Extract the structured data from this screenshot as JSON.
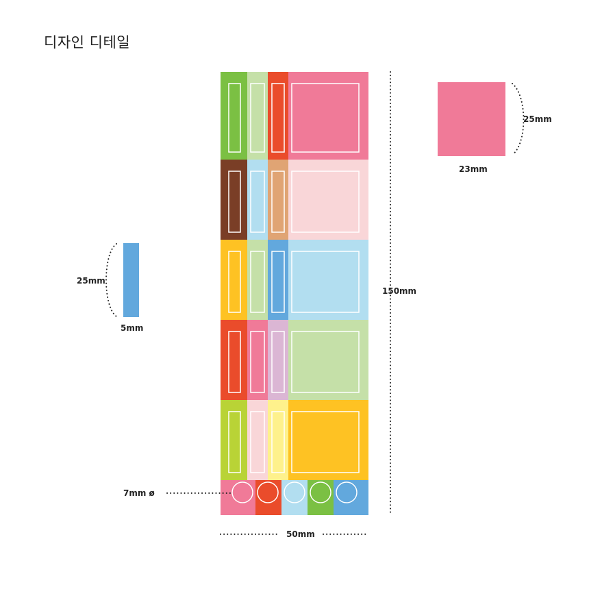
{
  "title": "디자인 디테일",
  "labels": {
    "small_tab_height": "25mm",
    "small_tab_width": "5mm",
    "large_tab_height": "25mm",
    "large_tab_width": "23mm",
    "sheet_height": "150mm",
    "sheet_width": "50mm",
    "dot_diameter": "7mm ø"
  },
  "colors": {
    "green": "#7bc043",
    "light_green": "#c5e0a8",
    "red": "#ea4c2b",
    "pink": "#f07a98",
    "brown": "#7a3e26",
    "light_blue": "#b2def0",
    "tan": "#e0a474",
    "light_pink": "#f9d6d8",
    "yellow": "#fec223",
    "blue": "#62a8dd",
    "lavender": "#dbb6d4",
    "lime": "#b9d336",
    "light_yellow": "#fef18c"
  },
  "sheet_rows": [
    [
      "green",
      "light_green",
      "red",
      "pink"
    ],
    [
      "brown",
      "light_blue",
      "tan",
      "light_pink"
    ],
    [
      "yellow",
      "light_green",
      "blue",
      "light_blue"
    ],
    [
      "red",
      "pink",
      "lavender",
      "light_green"
    ],
    [
      "lime",
      "light_pink",
      "light_yellow",
      "yellow"
    ]
  ],
  "dot_row": [
    "pink",
    "red",
    "light_blue",
    "green",
    "blue"
  ],
  "sample_small_color": "blue",
  "sample_large_color": "pink"
}
